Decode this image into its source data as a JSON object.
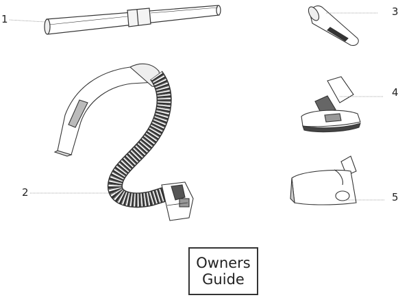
{
  "callouts": [
    {
      "number": "1",
      "part": "wand"
    },
    {
      "number": "2",
      "part": "hose"
    },
    {
      "number": "3",
      "part": "crevice-tool"
    },
    {
      "number": "4",
      "part": "dusting-brush"
    },
    {
      "number": "5",
      "part": "upholstery-tool"
    }
  ],
  "owners_guide": {
    "line1": "Owners",
    "line2": "Guide"
  },
  "colors": {
    "line": "#333333",
    "fill": "#ffffff",
    "shade": "#d9d9d9",
    "dark": "#555555"
  }
}
